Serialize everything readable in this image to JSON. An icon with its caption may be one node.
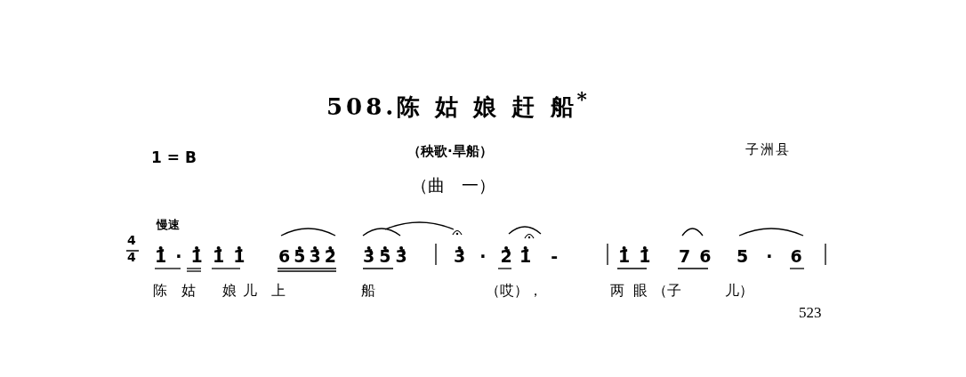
{
  "diagram": {
    "title": "508.陈 姑 娘 赶 船$^{*}$",
    "labels": [
      "1 = B",
      "（秧歌·旱船）",
      "子洲县",
      "（曲　一）",
      "慢速",
      "4",
      "4",
      "1̇·1̇",
      "1̇1̇",
      "65̇3̇2̇",
      "3̇5̇3̇",
      "3̇·2̇",
      "1̇-",
      "1̇1̇",
      "76",
      "5·6",
      "陈",
      "姑",
      "娘",
      "儿",
      "上",
      "船",
      "（哎），",
      "两",
      "眼",
      "（子",
      "儿）",
      "523"
    ]
  }
}
